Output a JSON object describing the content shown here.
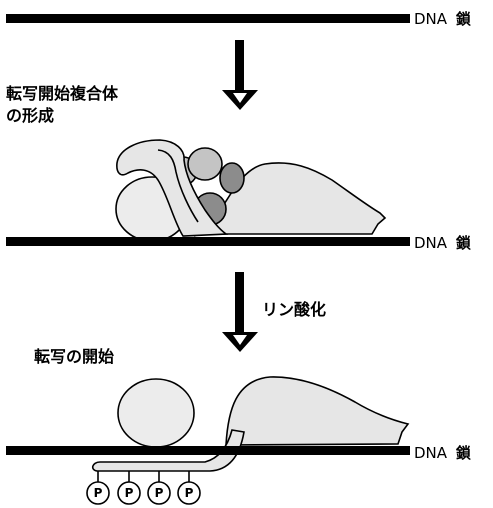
{
  "dna_label_latin": "DNA",
  "dna_label_kanji": "鎖",
  "stage1_title_line1": "転写開始複合体",
  "stage1_title_line2": "の形成",
  "step_label": "リン酸化",
  "stage2_title": "転写の開始",
  "phosphate_label": "P",
  "colors": {
    "strand": "#000000",
    "light_gray": "#e6e6e6",
    "mid_gray": "#c4c4c4",
    "dark_gray": "#8c8c8c",
    "outline": "#000000"
  }
}
